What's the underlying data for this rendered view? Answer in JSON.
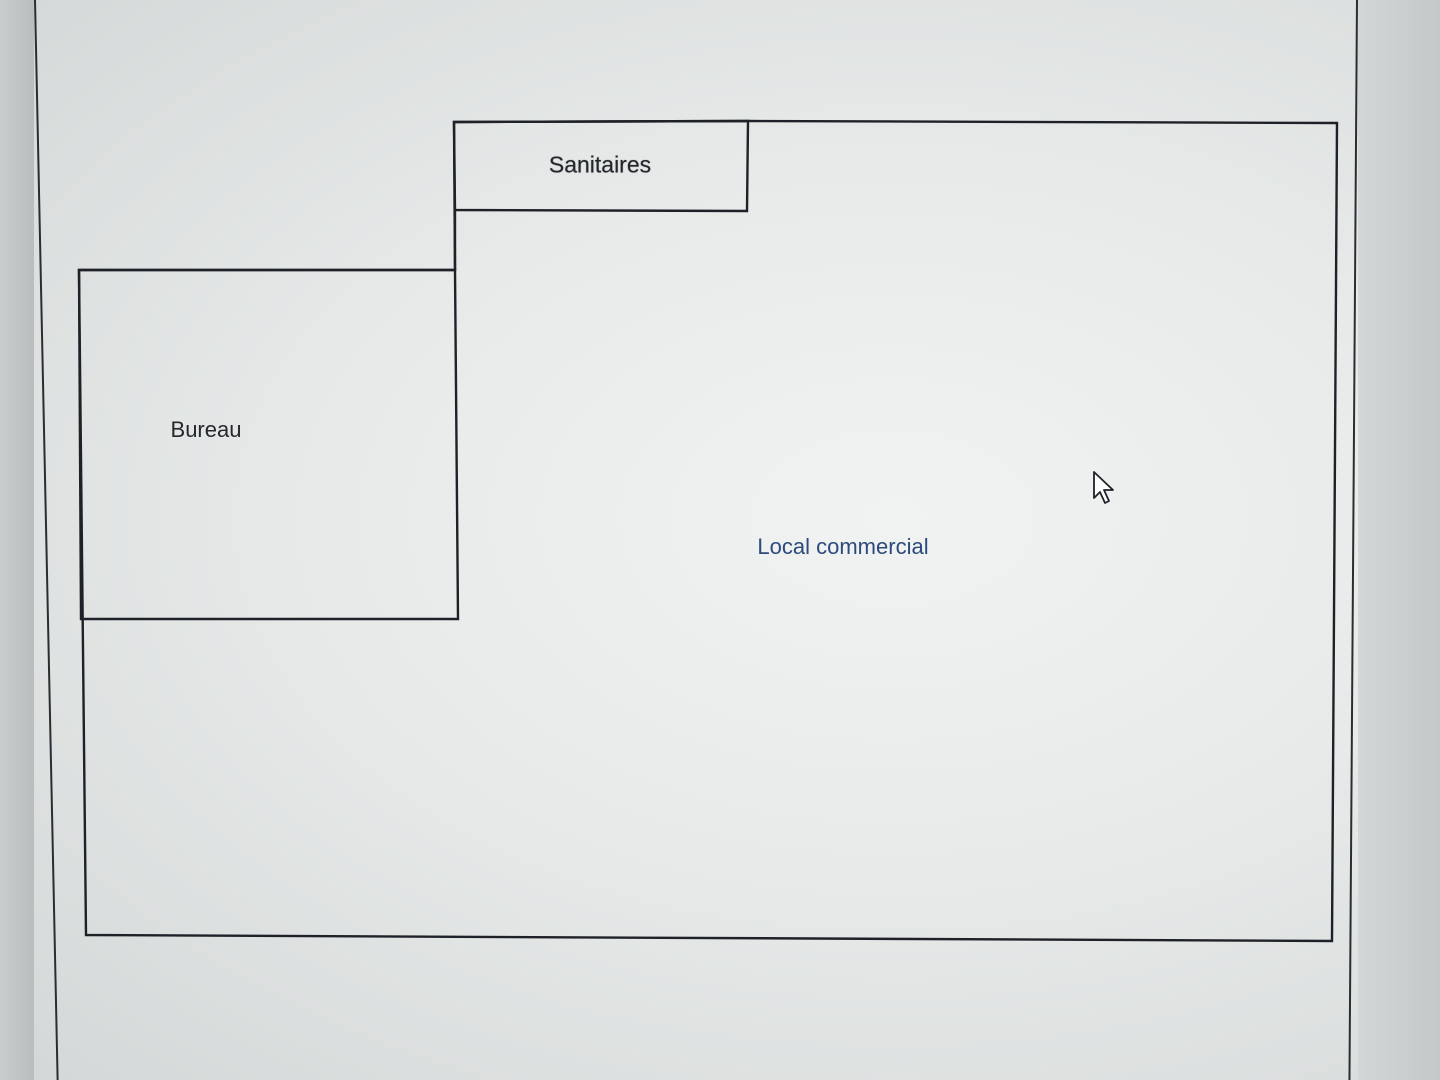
{
  "floor_plan": {
    "rooms": [
      {
        "id": "sanitaires",
        "label": "Sanitaires"
      },
      {
        "id": "bureau",
        "label": "Bureau"
      },
      {
        "id": "local-commercial",
        "label": "Local commercial"
      }
    ]
  },
  "colors": {
    "wall": "#1e2228",
    "label_dark": "#23272c",
    "label_blue": "#2c4a7c"
  },
  "icons": {
    "cursor": "mouse-pointer-icon"
  }
}
